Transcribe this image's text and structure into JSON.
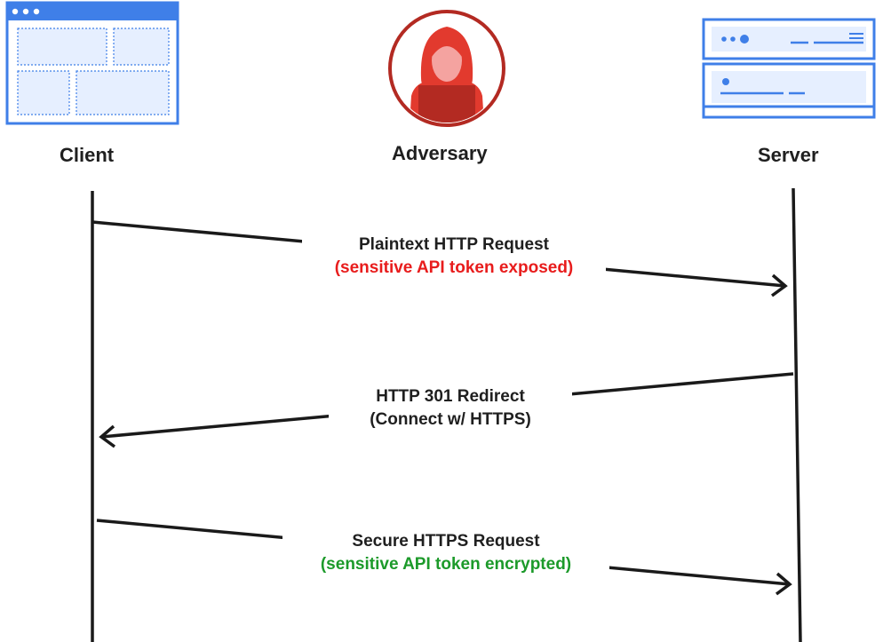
{
  "actors": {
    "client": {
      "label": "Client",
      "icon": "browser-window-icon"
    },
    "adversary": {
      "label": "Adversary",
      "icon": "hooded-hacker-icon"
    },
    "server": {
      "label": "Server",
      "icon": "server-rack-icon"
    }
  },
  "messages": [
    {
      "line1": "Plaintext HTTP Request",
      "line2": "(sensitive API token exposed)",
      "line2_color": "#e81c1c",
      "direction": "client-to-server"
    },
    {
      "line1": "HTTP 301 Redirect",
      "line2": "(Connect w/ HTTPS)",
      "line2_color": "#1f1f1f",
      "direction": "server-to-client"
    },
    {
      "line1": "Secure HTTPS Request",
      "line2": "(sensitive API token encrypted)",
      "line2_color": "#1c9a2a",
      "direction": "client-to-server"
    }
  ],
  "colors": {
    "icon_blue": "#3f7fe8",
    "icon_fill": "#e6efff",
    "adversary_red": "#e23a2e",
    "adversary_dark": "#b32a22",
    "line": "#1a1a1a"
  }
}
